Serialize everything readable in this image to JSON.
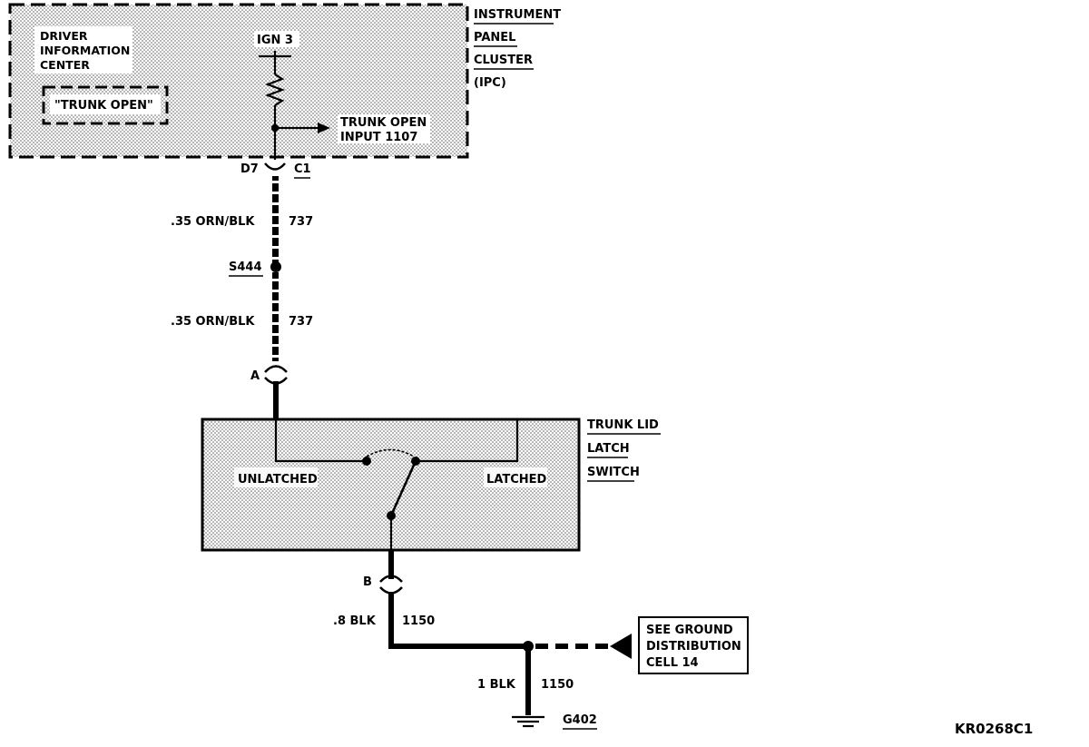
{
  "ipc": {
    "label_lines": [
      "INSTRUMENT",
      "PANEL",
      "CLUSTER",
      "(IPC)"
    ],
    "dic_lines": [
      "DRIVER",
      "INFORMATION",
      "CENTER"
    ],
    "trunk_open_msg": "\"TRUNK OPEN\"",
    "power_label": "IGN 3",
    "input_lines": [
      "TRUNK OPEN",
      "INPUT 1107"
    ]
  },
  "connectors": {
    "c1_pin": "D7",
    "c1_name": "C1",
    "pin_a": "A",
    "pin_b": "B"
  },
  "wires": {
    "upper": {
      "gauge_color": ".35 ORN/BLK",
      "circuit": "737"
    },
    "lower": {
      "gauge_color": ".35 ORN/BLK",
      "circuit": "737"
    },
    "ground_a": {
      "gauge_color": ".8 BLK",
      "circuit": "1150"
    },
    "ground_b": {
      "gauge_color": "1 BLK",
      "circuit": "1150"
    }
  },
  "splice": {
    "name": "S444"
  },
  "switch": {
    "label_lines": [
      "TRUNK LID",
      "LATCH",
      "SWITCH"
    ],
    "pos_unlatched": "UNLATCHED",
    "pos_latched": "LATCHED"
  },
  "reference_box": {
    "lines": [
      "SEE GROUND",
      "DISTRIBUTION",
      "CELL 14"
    ]
  },
  "ground": {
    "name": "G402"
  },
  "figure_id": "KR0268C1"
}
